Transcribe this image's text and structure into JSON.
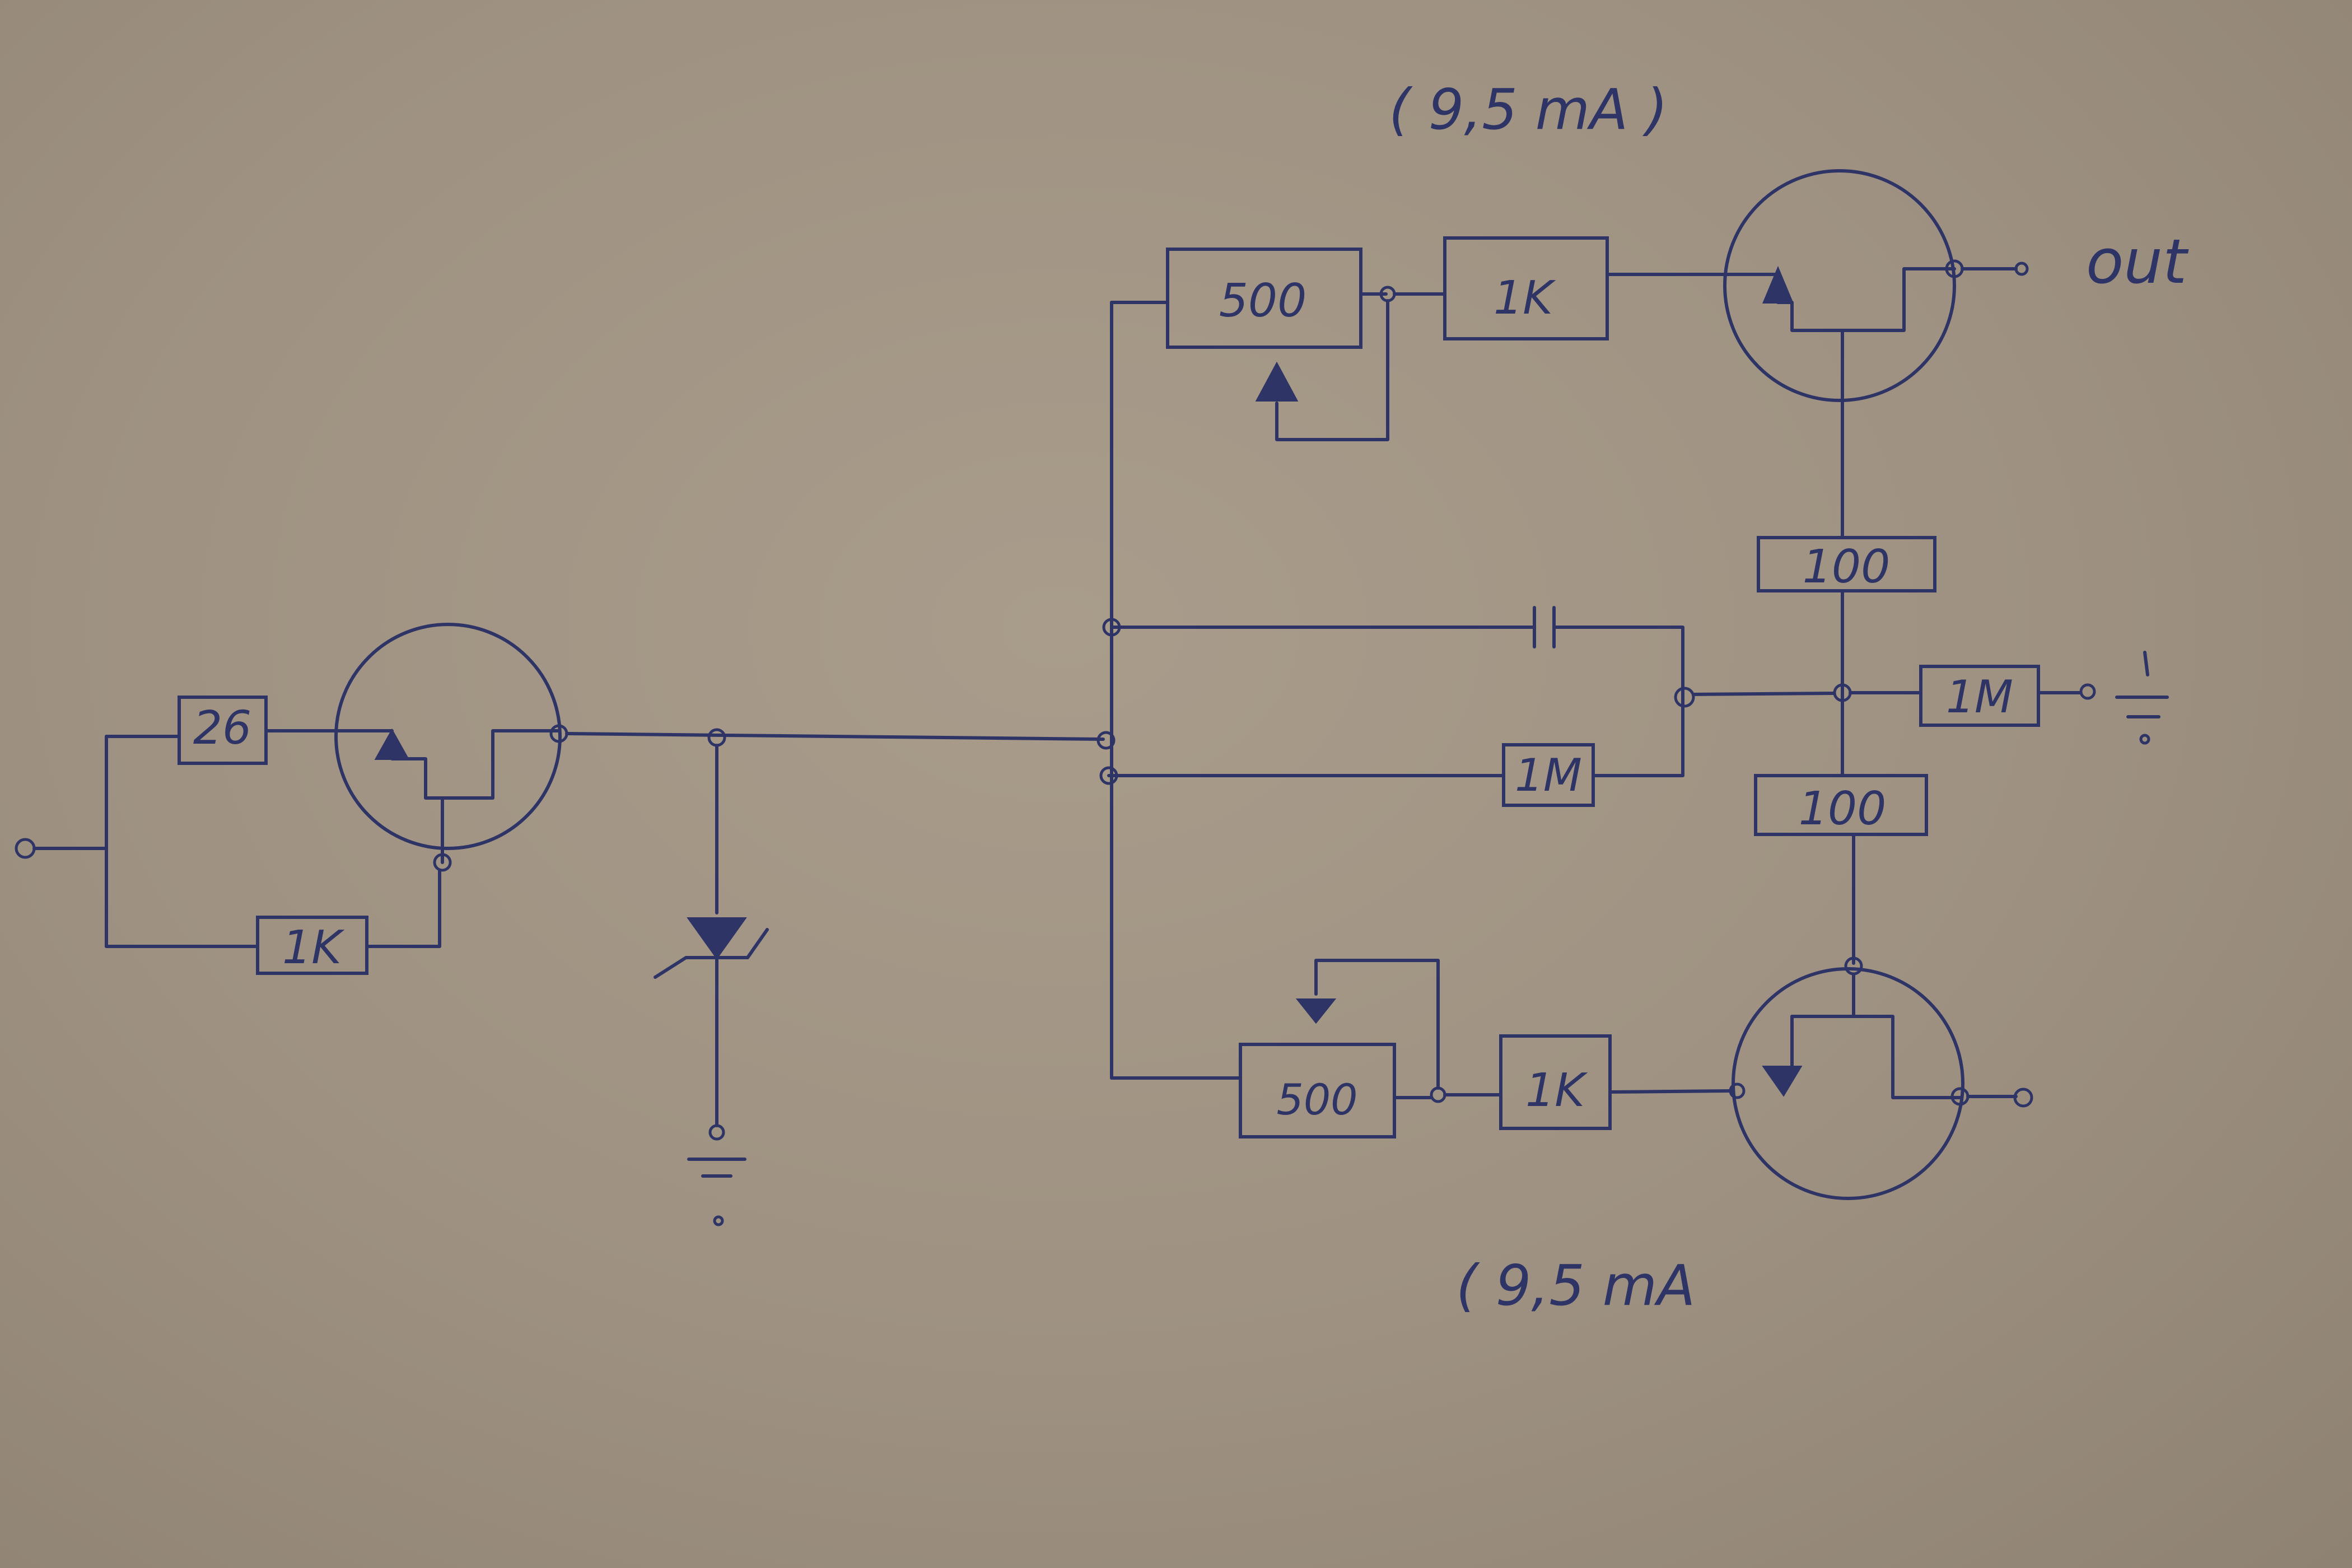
{
  "labels": {
    "r_input_series": "26",
    "r_input_feedback": "1K",
    "r_top_trim": "500",
    "r_top_gate": "1K",
    "r_top_source": "100",
    "r_bottom_source": "100",
    "r_bottom_trim": "500",
    "r_bottom_gate": "1K",
    "r_bias_left": "1M",
    "r_bias_right": "1M",
    "current_top": "( 9,5 mA )",
    "current_bottom": "( 9,5 mA",
    "output": "out"
  },
  "colors": {
    "ink": "#2e3566",
    "paper": "#a99c8b"
  }
}
